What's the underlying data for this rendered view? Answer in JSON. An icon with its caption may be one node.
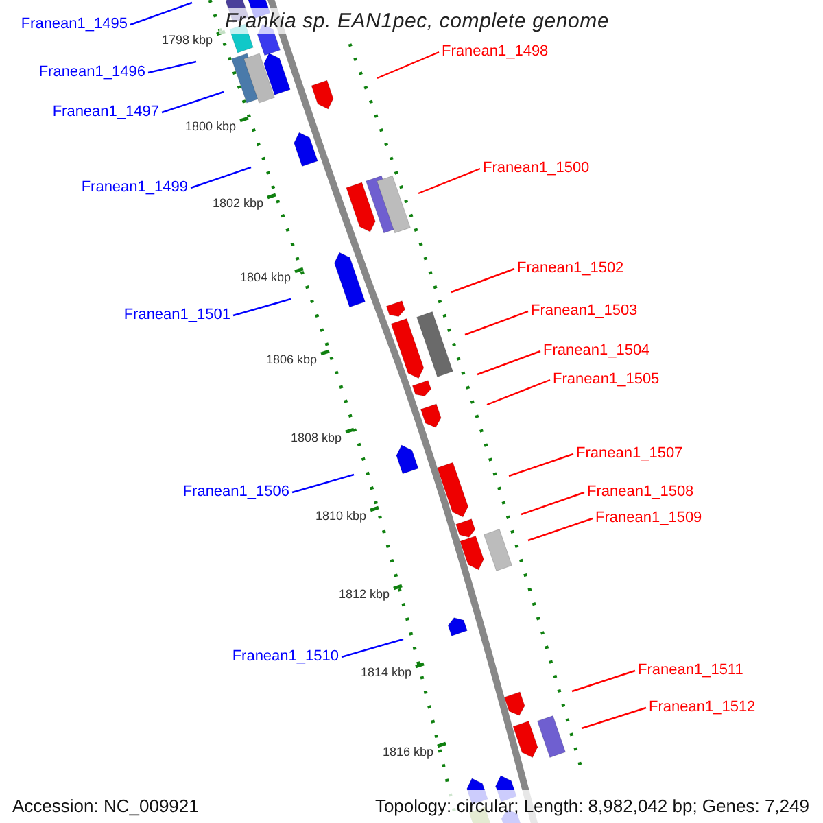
{
  "diagram": {
    "title": "Frankia sp. EAN1pec, complete genome",
    "nodes": [
      {
        "text": [
          "Franean1_1495"
        ]
      },
      {
        "text": [
          "Franean1_1496"
        ]
      },
      {
        "text": [
          "Franean1_1497"
        ]
      },
      {
        "text": [
          "Franean1_1498"
        ]
      },
      {
        "text": [
          "Franean1_1499"
        ]
      },
      {
        "text": [
          "Franean1_1500"
        ]
      },
      {
        "text": [
          "Franean1_1501"
        ]
      },
      {
        "text": [
          "Franean1_1502"
        ]
      },
      {
        "text": [
          "Franean1_1503"
        ]
      },
      {
        "text": [
          "Franean1_1504"
        ]
      },
      {
        "text": [
          "Franean1_1505"
        ]
      },
      {
        "text": [
          "Franean1_1506"
        ]
      },
      {
        "text": [
          "Franean1_1507"
        ]
      },
      {
        "text": [
          "Franean1_1508"
        ]
      },
      {
        "text": [
          "Franean1_1509"
        ]
      },
      {
        "text": [
          "Franean1_1510"
        ]
      },
      {
        "text": [
          "Franean1_1511"
        ]
      },
      {
        "text": [
          "Franean1_1512"
        ]
      }
    ],
    "edges": [
      {
        "from": 0,
        "to": null,
        "arrow": "none",
        "color": "#0000ff"
      },
      {
        "from": 1,
        "to": null,
        "arrow": "none",
        "color": "#0000ff"
      },
      {
        "from": 2,
        "to": null,
        "arrow": "none",
        "color": "#0000ff"
      },
      {
        "from": 3,
        "to": null,
        "arrow": "none"
      },
      {
        "from": 4,
        "to": null,
        "arrow": "none",
        "color": "#0000ff"
      },
      {
        "from": 5,
        "to": null,
        "arrow": "none"
      },
      {
        "from": 6,
        "to": null,
        "arrow": "none",
        "color": "#0000ff"
      },
      {
        "from": 7,
        "to": null,
        "arrow": "none"
      },
      {
        "from": 8,
        "to": null,
        "arrow": "none"
      },
      {
        "from": 9,
        "to": null,
        "arrow": "none"
      },
      {
        "from": 10,
        "to": null,
        "arrow": "none"
      },
      {
        "from": 11,
        "to": null,
        "arrow": "none",
        "color": "#0000ff"
      },
      {
        "from": 12,
        "to": null,
        "arrow": "none"
      },
      {
        "from": 13,
        "to": null,
        "arrow": "none"
      },
      {
        "from": 14,
        "to": null,
        "arrow": "none"
      },
      {
        "from": 15,
        "to": null,
        "arrow": "none",
        "color": "#0000ff"
      },
      {
        "from": 16,
        "to": null,
        "arrow": "none"
      },
      {
        "from": 17,
        "to": null,
        "arrow": "none"
      }
    ],
    "labels": [
      "1798 kbp",
      "1800 kbp",
      "1802 kbp",
      "1804 kbp",
      "1806 kbp",
      "1808 kbp",
      "1810 kbp",
      "1812 kbp",
      "1814 kbp",
      "1816 kbp",
      "Accession: NC_009921",
      "Topology: circular; Length: 8,982,042 bp; Genes: 7,249"
    ]
  }
}
